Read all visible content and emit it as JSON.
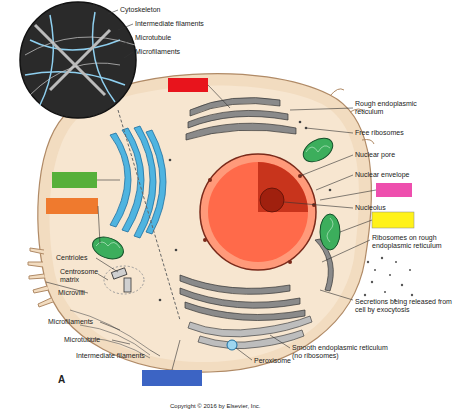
{
  "diagram": {
    "labels": [
      "Cytoskeleton",
      "Intermediate filaments",
      "Microtubule",
      "Microfilaments",
      "Rough endoplasmic reticulum",
      "Free ribosomes",
      "Nuclear pore",
      "Nuclear envelope",
      "Nucleolus",
      "Ribosomes on rough endoplasmic reticulum",
      "Secretions being released from cell by exocytosis",
      "Smooth endoplasmic reticulum (no ribosomes)",
      "Peroxisome",
      "Centrioles",
      "Centrosome matrix",
      "Microvilli",
      "Microfilaments",
      "Microtubule",
      "Intermediate filaments",
      "A",
      "Copyright © 2016 by Elsevier, Inc."
    ]
  }
}
